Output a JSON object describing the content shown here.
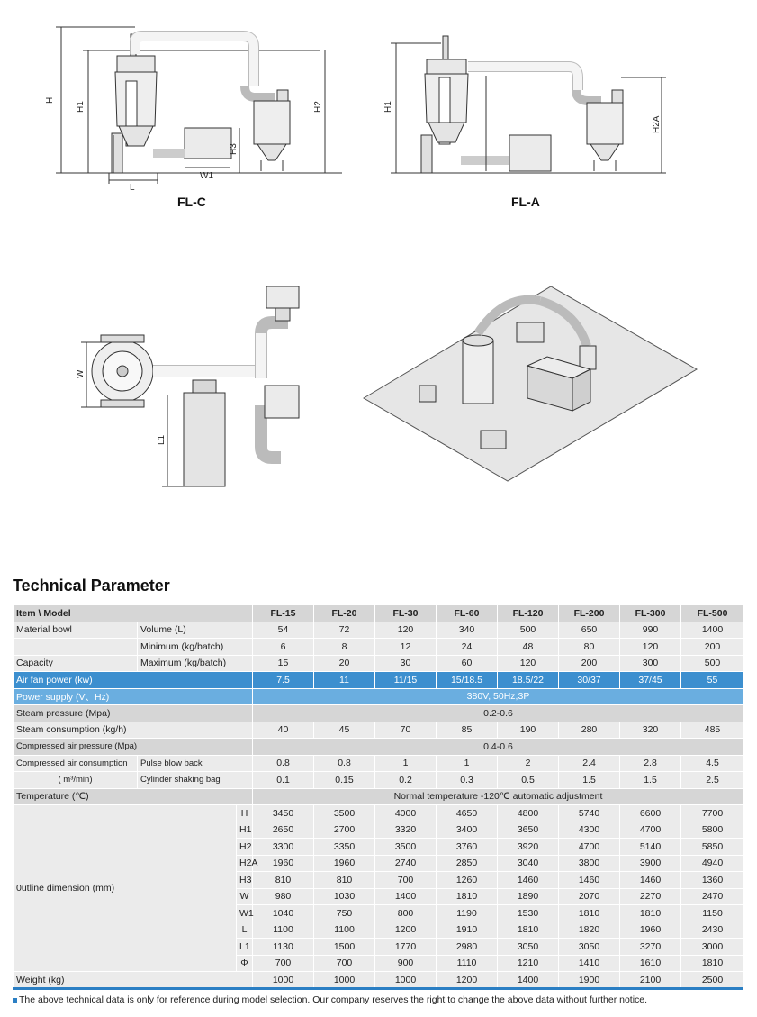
{
  "figures": {
    "flc": {
      "caption": "FL-C",
      "dims": [
        "H",
        "H1",
        "H2",
        "H3",
        "W1",
        "L"
      ]
    },
    "fla": {
      "caption": "FL-A",
      "dims": [
        "H1",
        "H2A"
      ]
    },
    "top": {
      "dims": [
        "W",
        "L1"
      ]
    }
  },
  "section_title": "Technical Parameter",
  "table": {
    "header": {
      "item": "Item \\ Model",
      "models": [
        "FL-15",
        "FL-20",
        "FL-30",
        "FL-60",
        "FL-120",
        "FL-200",
        "FL-300",
        "FL-500"
      ]
    },
    "material_bowl": {
      "label": "Material bowl",
      "volume": {
        "label": "Volume (L)",
        "values": [
          "54",
          "72",
          "120",
          "340",
          "500",
          "650",
          "990",
          "1400"
        ]
      },
      "minimum": {
        "label": "Minimum (kg/batch)",
        "values": [
          "6",
          "8",
          "12",
          "24",
          "48",
          "80",
          "120",
          "200"
        ]
      }
    },
    "capacity": {
      "label": "Capacity",
      "maximum_label": "Maximum (kg/batch)",
      "values": [
        "15",
        "20",
        "30",
        "60",
        "120",
        "200",
        "300",
        "500"
      ]
    },
    "air_fan": {
      "label": "Air fan power (kw)",
      "values": [
        "7.5",
        "11",
        "11/15",
        "15/18.5",
        "18.5/22",
        "30/37",
        "37/45",
        "55"
      ]
    },
    "power_supply": {
      "label": "Power supply (V、Hz)",
      "value": "380V, 50Hz,3P"
    },
    "steam_pressure": {
      "label": "Steam pressure (Mpa)",
      "value": "0.2-0.6"
    },
    "steam_consumption": {
      "label": "Steam consumption (kg/h)",
      "values": [
        "40",
        "45",
        "70",
        "85",
        "190",
        "280",
        "320",
        "485"
      ]
    },
    "compressed_pressure": {
      "label": "Compressed air pressure (Mpa)",
      "value": "0.4-0.6"
    },
    "compressed_consumption": {
      "label": "Compressed air consumption",
      "unit": "( m³/min)",
      "pulse": {
        "label": "Pulse blow back",
        "values": [
          "0.8",
          "0.8",
          "1",
          "1",
          "2",
          "2.4",
          "2.8",
          "4.5"
        ]
      },
      "cylinder": {
        "label": "Cylinder shaking bag",
        "values": [
          "0.1",
          "0.15",
          "0.2",
          "0.3",
          "0.5",
          "1.5",
          "1.5",
          "2.5"
        ]
      }
    },
    "temperature": {
      "label": "Temperature (℃)",
      "value": "Normal temperature -120℃ automatic adjustment"
    },
    "outline": {
      "label": "0utline dimension (mm)",
      "rows": [
        {
          "dim": "H",
          "values": [
            "3450",
            "3500",
            "4000",
            "4650",
            "4800",
            "5740",
            "6600",
            "7700"
          ]
        },
        {
          "dim": "H1",
          "values": [
            "2650",
            "2700",
            "3320",
            "3400",
            "3650",
            "4300",
            "4700",
            "5800"
          ]
        },
        {
          "dim": "H2",
          "values": [
            "3300",
            "3350",
            "3500",
            "3760",
            "3920",
            "4700",
            "5140",
            "5850"
          ]
        },
        {
          "dim": "H2A",
          "values": [
            "1960",
            "1960",
            "2740",
            "2850",
            "3040",
            "3800",
            "3900",
            "4940"
          ]
        },
        {
          "dim": "H3",
          "values": [
            "810",
            "810",
            "700",
            "1260",
            "1460",
            "1460",
            "1460",
            "1360"
          ]
        },
        {
          "dim": "W",
          "values": [
            "980",
            "1030",
            "1400",
            "1810",
            "1890",
            "2070",
            "2270",
            "2470"
          ]
        },
        {
          "dim": "W1",
          "values": [
            "1040",
            "750",
            "800",
            "1190",
            "1530",
            "1810",
            "1810",
            "1150"
          ]
        },
        {
          "dim": "L",
          "values": [
            "1100",
            "1100",
            "1200",
            "1910",
            "1810",
            "1820",
            "1960",
            "2430"
          ]
        },
        {
          "dim": "L1",
          "values": [
            "1130",
            "1500",
            "1770",
            "2980",
            "3050",
            "3050",
            "3270",
            "3000"
          ]
        },
        {
          "dim": "Φ",
          "values": [
            "700",
            "700",
            "900",
            "1110",
            "1210",
            "1410",
            "1610",
            "1810"
          ]
        }
      ]
    },
    "weight": {
      "label": "Weight (kg)",
      "values": [
        "1000",
        "1000",
        "1000",
        "1200",
        "1400",
        "1900",
        "2100",
        "2500"
      ]
    }
  },
  "footnote": "The above technical data is only for reference during model selection. Our company reserves the right to change the above data without further notice.",
  "colors": {
    "band_blue": "#3c8fcf",
    "band_blue_light": "#6aaee0",
    "row_dark": "#d6d6d6",
    "row_light": "#ebebeb",
    "rule": "#2b7fc4"
  }
}
